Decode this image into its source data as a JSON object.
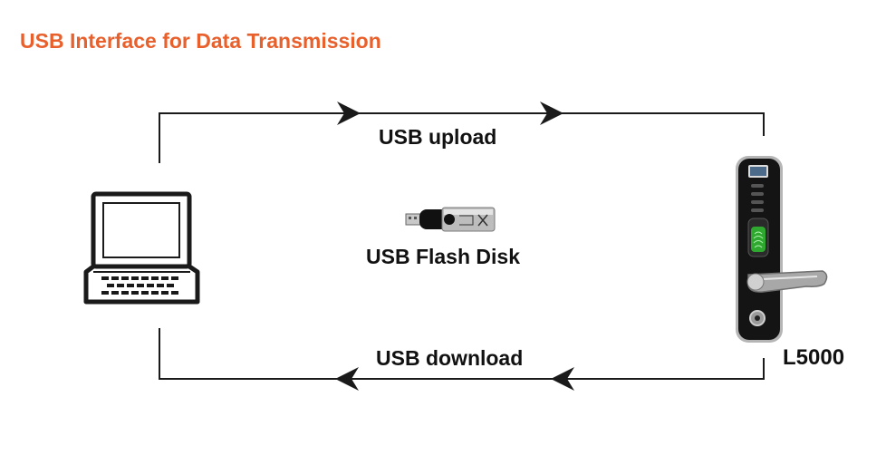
{
  "title": "USB Interface for Data Transmission",
  "labels": {
    "upload": "USB upload",
    "flash_disk": "USB Flash Disk",
    "download": "USB download",
    "device_model": "L5000"
  },
  "colors": {
    "title": "#e8602c",
    "text": "#111111",
    "lines": "#1a1a1a",
    "fingerprint": "#2fa82f"
  },
  "icons": {
    "computer": "laptop-icon",
    "storage": "usb-flash-drive-icon",
    "device": "fingerprint-door-lock-icon"
  }
}
